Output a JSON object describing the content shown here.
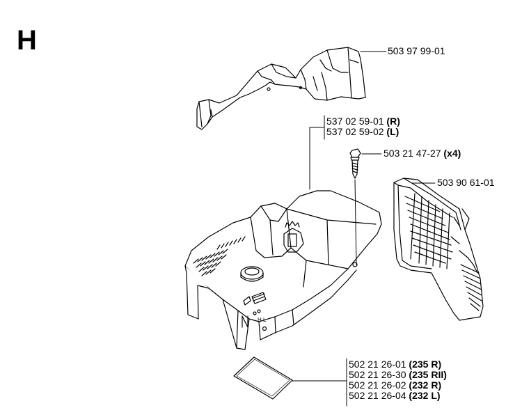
{
  "section_letter": "H",
  "parts": {
    "top_cover": {
      "number": "503 97 99-01"
    },
    "cylinder_cover": {
      "lines": [
        {
          "number": "537 02 59-01",
          "suffix": "(R)"
        },
        {
          "number": "537 02 59-02",
          "suffix": "(L)"
        }
      ]
    },
    "screw": {
      "number": "503 21 47-27",
      "suffix": "(x4)"
    },
    "grille": {
      "number": "503 90 61-01"
    },
    "decal": {
      "lines": [
        {
          "number": "502 21 26-01",
          "suffix": "(235 R)"
        },
        {
          "number": "502 21 26-30",
          "suffix": "(235 RII)"
        },
        {
          "number": "502 21 26-02",
          "suffix": "(232 R)"
        },
        {
          "number": "502 21 26-04",
          "suffix": "(232 L)"
        }
      ]
    }
  },
  "colors": {
    "line": "#000000",
    "fill": "#ffffff",
    "shade": "#e6e6e6"
  }
}
